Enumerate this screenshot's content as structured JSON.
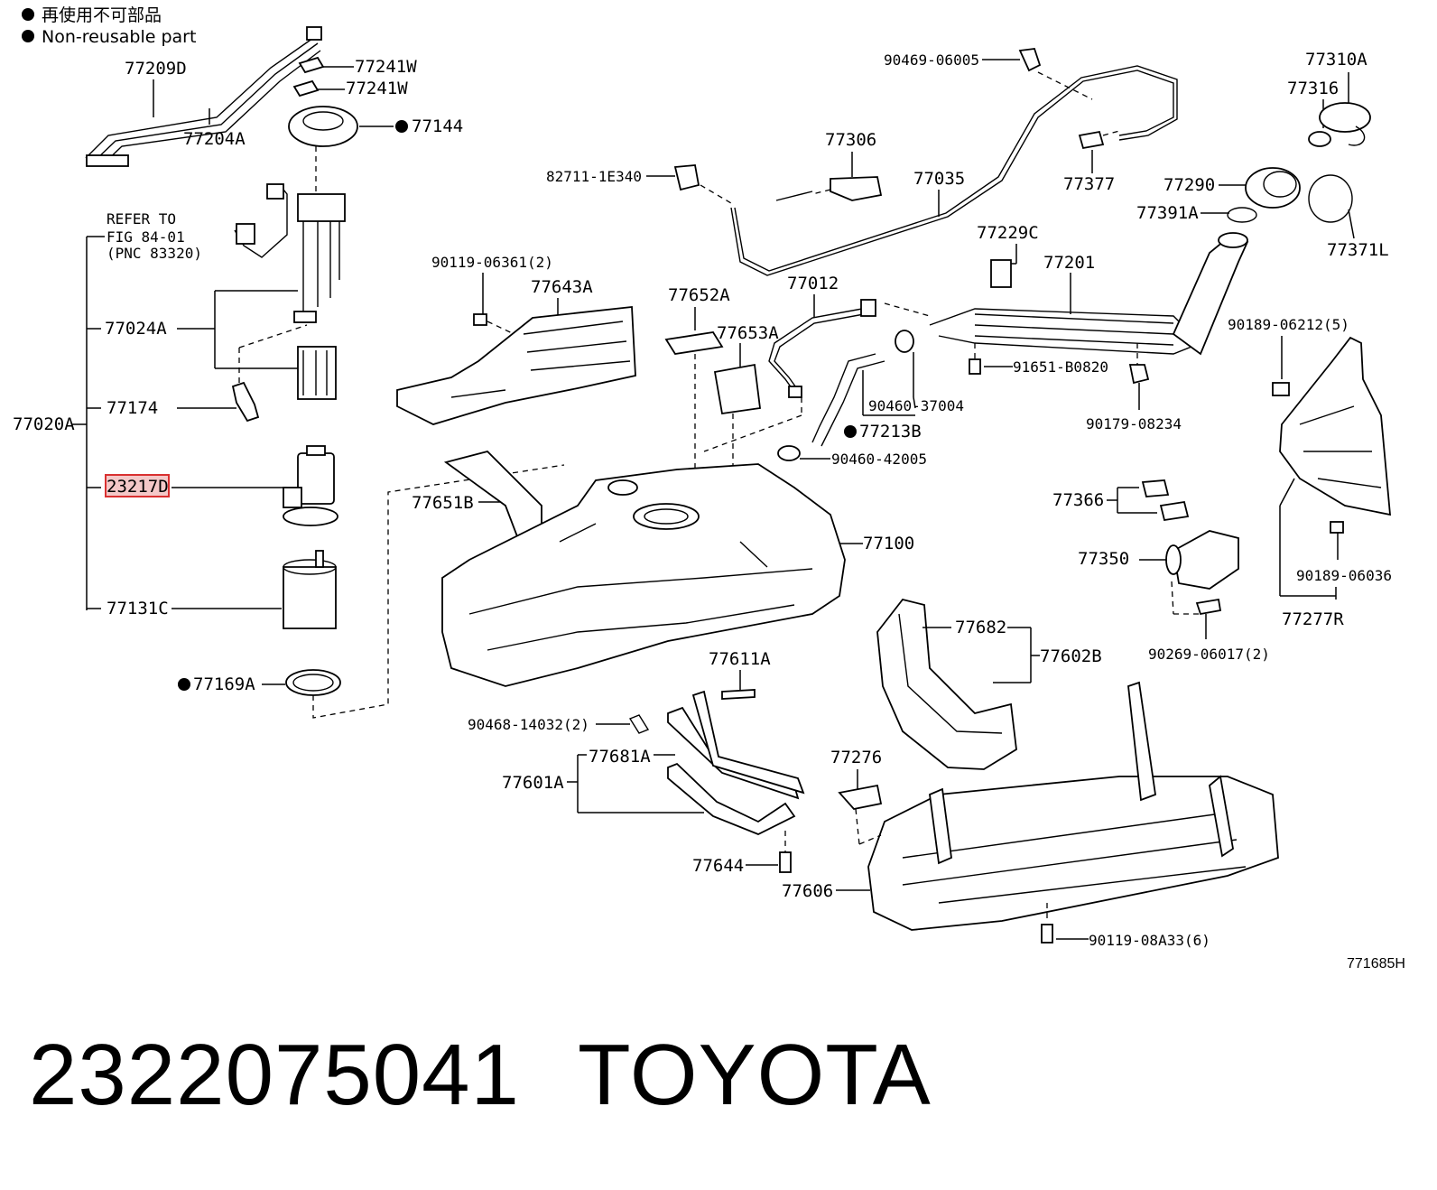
{
  "legend": {
    "line1": "再使用不可部品",
    "line2": "Non-reusable part"
  },
  "refer_note": [
    "REFER TO",
    "FIG 84-01",
    "(PNC 83320)"
  ],
  "labels": {
    "p77209D": "77209D",
    "p77204A": "77204A",
    "p77241W_a": "77241W",
    "p77241W_b": "77241W",
    "p77144": "77144",
    "p77024A": "77024A",
    "p77020A": "77020A",
    "p77174": "77174",
    "p23217D": "23217D",
    "p77131C": "77131C",
    "p77169A": "77169A",
    "p90469": "90469-06005",
    "p82711": "82711-1E340",
    "p77306": "77306",
    "p77035": "77035",
    "p77377": "77377",
    "p77310A": "77310A",
    "p77316": "77316",
    "p77290": "77290",
    "p77391A": "77391A",
    "p77371L": "77371L",
    "p90119_06361": "90119-06361(2)",
    "p77643A": "77643A",
    "p77652A": "77652A",
    "p77653A": "77653A",
    "p77012": "77012",
    "p77229C": "77229C",
    "p77201": "77201",
    "p90189_06212": "90189-06212(5)",
    "p91651": "91651-B0820",
    "p90460_37004": "90460-37004",
    "p90179": "90179-08234",
    "p77213B": "77213B",
    "p90460_42005": "90460-42005",
    "p77651B": "77651B",
    "p77100": "77100",
    "p77366": "77366",
    "p77350": "77350",
    "p90189_06036": "90189-06036",
    "p77277R": "77277R",
    "p90269": "90269-06017(2)",
    "p77682": "77682",
    "p77602B": "77602B",
    "p77611A": "77611A",
    "p90468": "90468-14032(2)",
    "p77681A": "77681A",
    "p77601A": "77601A",
    "p77276": "77276",
    "p77644": "77644",
    "p77606": "77606",
    "p90119_08A33": "90119-08A33(6)"
  },
  "figure_ref": "771685H",
  "footer": {
    "part_number": "2322075041",
    "brand": "TOYOTA"
  },
  "highlight_color": "#d93030"
}
